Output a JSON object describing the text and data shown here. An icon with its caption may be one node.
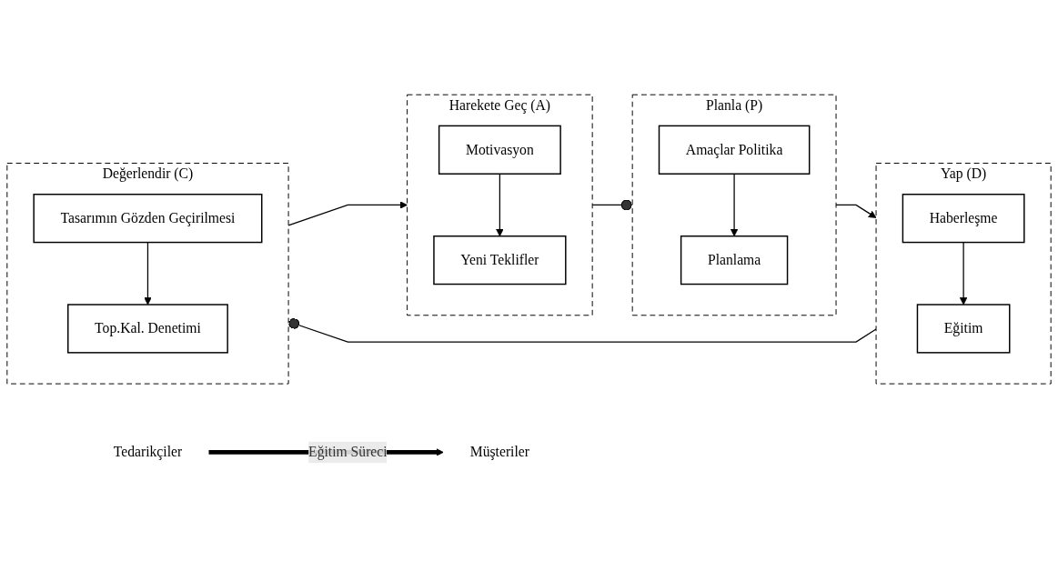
{
  "diagram": {
    "nodes": [
      {
        "text": [],
        "shape": "box",
        "beside": [
          "Planla (P)"
        ]
      },
      {
        "text": [
          "Amaçlar Politika"
        ],
        "in": 0
      },
      {
        "text": [
          "Planlama"
        ],
        "in": 0
      },
      {
        "text": [],
        "shape": "box",
        "beside": [
          "Harekete Geç (A)"
        ]
      },
      {
        "text": [
          "Yeni Teklifler"
        ],
        "in": 3
      },
      {
        "text": [
          "Motivasyon"
        ],
        "in": 3
      },
      {
        "text": [],
        "shape": "box",
        "beside": [
          "Yap (D)"
        ]
      },
      {
        "text": [
          "Haberleşme"
        ],
        "in": 6
      },
      {
        "text": [
          "Eğitim"
        ],
        "in": 6
      },
      {
        "text": [],
        "shape": "box",
        "beside": [
          "Değerlendir (C)"
        ]
      },
      {
        "text": [
          "Top.Kal. Denetimi"
        ],
        "in": 9
      },
      {
        "text": [
          "Tasarımın Gözden Geçirilmesi"
        ],
        "in": 9
      },
      {
        "text": [
          "Tedarikçiler"
        ]
      },
      {
        "text": [
          "Müşteriler"
        ]
      }
    ],
    "edges": [
      {
        "from": 1,
        "to": 2,
        "arrow": "to"
      },
      {
        "from": 0,
        "to": 6,
        "arrow": "to"
      },
      {
        "from": 6,
        "to": 9,
        "arrow": "other"
      },
      {
        "from": 9,
        "to": 3,
        "arrow": "to"
      },
      {
        "from": 11,
        "to": 10,
        "arrow": "to"
      },
      {
        "from": 5,
        "to": 4,
        "arrow": "to"
      },
      {
        "from": 3,
        "to": 0,
        "arrow": "other"
      },
      {
        "from": 7,
        "to": 8,
        "arrow": "to"
      },
      {
        "from": 12,
        "to": 13,
        "arrow": "to",
        "label": "Eğitim Süreci",
        "style": "thick"
      }
    ]
  }
}
